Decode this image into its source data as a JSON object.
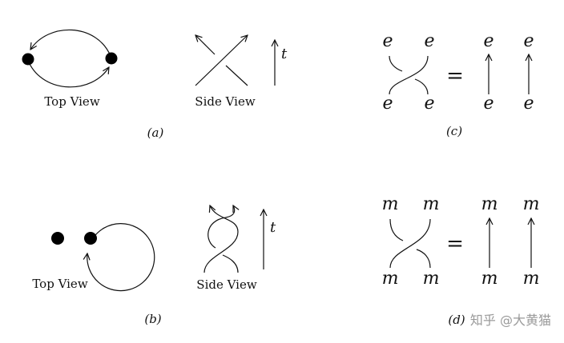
{
  "panel_a": {
    "top_view_label": "Top View",
    "side_view_label": "Side View",
    "time_label": "t",
    "caption": "(a)"
  },
  "panel_b": {
    "top_view_label": "Top View",
    "side_view_label": "Side View",
    "time_label": "t",
    "caption": "(b)"
  },
  "panel_c": {
    "particle": "e",
    "equals": "=",
    "caption": "(c)"
  },
  "panel_d": {
    "particle": "m",
    "equals": "=",
    "caption": "(d)"
  },
  "watermark": "知乎 @大黄猫"
}
